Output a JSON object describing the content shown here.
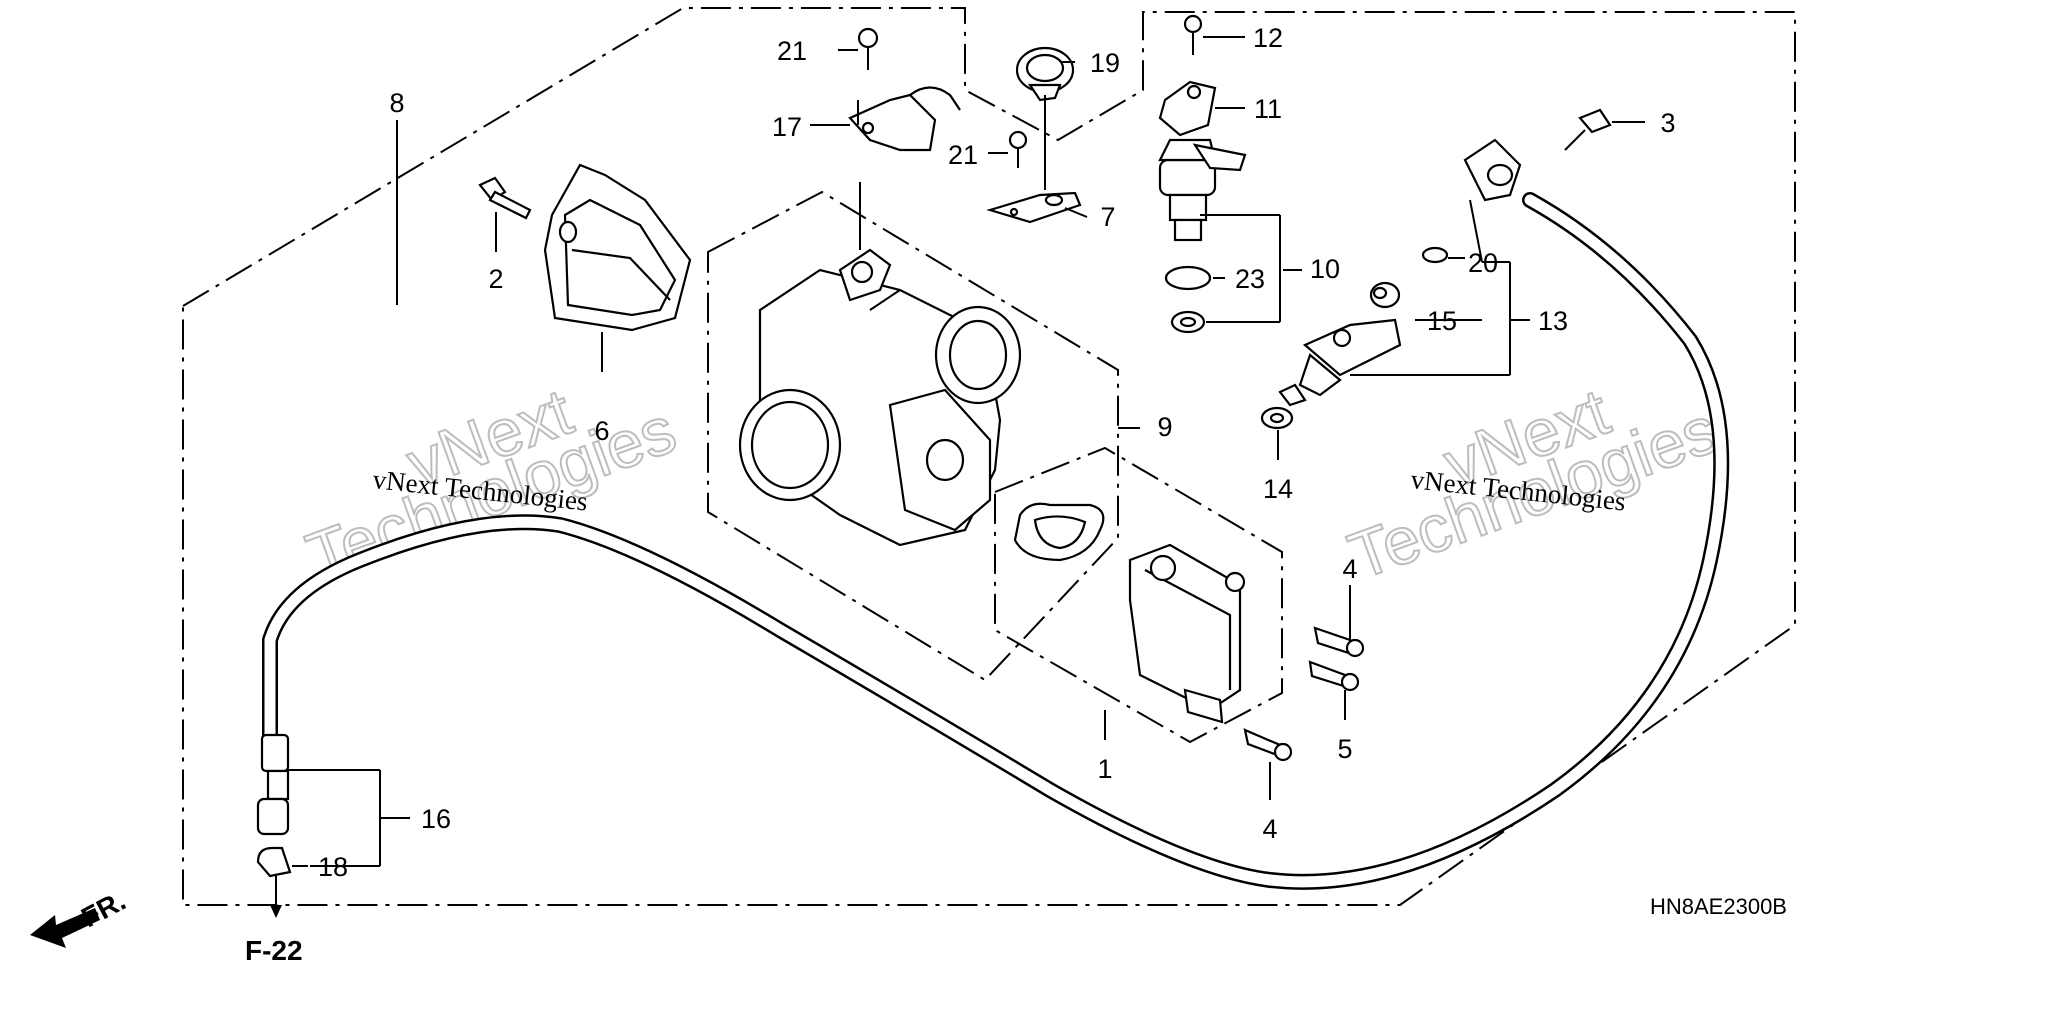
{
  "callouts": {
    "c1": "1",
    "c2": "2",
    "c3": "3",
    "c4a": "4",
    "c4b": "4",
    "c5": "5",
    "c6": "6",
    "c7": "7",
    "c8": "8",
    "c9": "9",
    "c10": "10",
    "c11": "11",
    "c12": "12",
    "c13": "13",
    "c14": "14",
    "c15": "15",
    "c16": "16",
    "c17": "17",
    "c18": "18",
    "c19": "19",
    "c20": "20",
    "c21a": "21",
    "c21b": "21",
    "c23": "23"
  },
  "diagram_code": "HN8AE2300B",
  "page_ref": "F-22",
  "front_label": "FR.",
  "watermarks": {
    "big_line1": "vNext",
    "big_line2": "Technologies",
    "small": "vNext Technologies"
  },
  "icons": {
    "front_arrow": "front-direction-arrow-icon",
    "ref_arrow": "down-arrow-icon"
  }
}
